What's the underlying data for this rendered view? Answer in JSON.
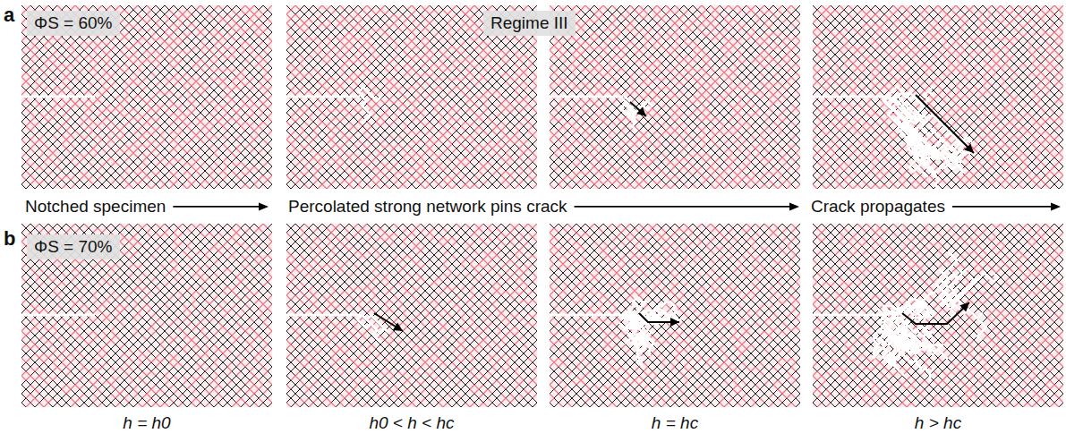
{
  "diagram": {
    "labels": [
      "a",
      "ΦS = 60%",
      "Regime III",
      "Notched specimen",
      "Percolated strong network pins crack",
      "Crack propagates",
      "b",
      "ΦS = 70%",
      "h = h0",
      "h0 < h < hc",
      "h = hc",
      "h > hc"
    ]
  }
}
